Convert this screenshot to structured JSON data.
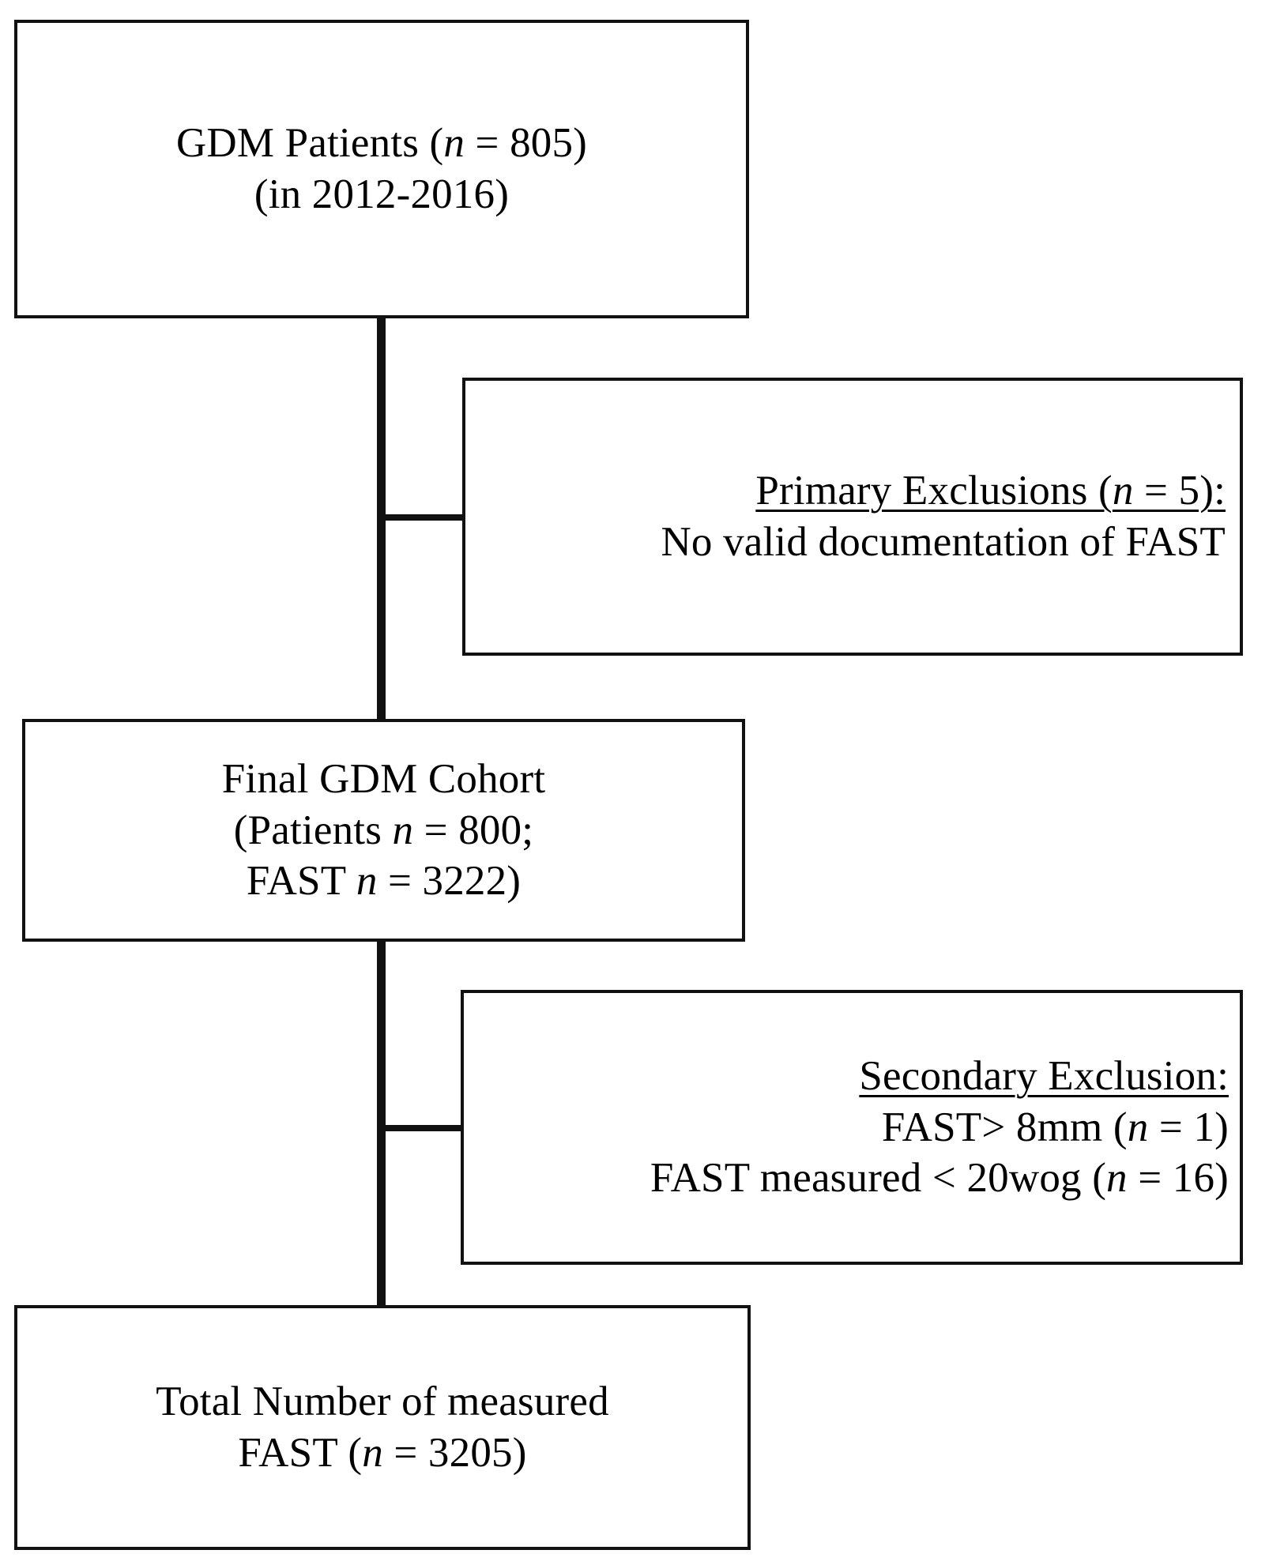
{
  "diagram": {
    "title": "GDM FAST Study Flow Diagram",
    "type": "flowchart",
    "orientation": "vertical",
    "box_border_color": "#111111",
    "background_color": "#ffffff",
    "text_color": "#000000",
    "nodes": [
      {
        "id": "gdm-patients",
        "role": "enrollment",
        "lines": [
          {
            "text": "GDM Patients (n = 805)",
            "italic_tokens": [
              "n"
            ],
            "underline": false
          },
          {
            "text": "(in 2012-2016)",
            "italic_tokens": [],
            "underline": false
          }
        ]
      },
      {
        "id": "primary-exclusions",
        "role": "exclusion",
        "lines": [
          {
            "text": "Primary Exclusions (n = 5):",
            "italic_tokens": [
              "n"
            ],
            "underline": true
          },
          {
            "text": "No valid documentation of FAST",
            "italic_tokens": [],
            "underline": false
          }
        ]
      },
      {
        "id": "final-cohort",
        "role": "cohort",
        "lines": [
          {
            "text": "Final GDM Cohort",
            "italic_tokens": [],
            "underline": false
          },
          {
            "text": "(Patients n = 800;",
            "italic_tokens": [
              "n"
            ],
            "underline": false
          },
          {
            "text": "FAST n = 3222)",
            "italic_tokens": [
              "n"
            ],
            "underline": false
          }
        ]
      },
      {
        "id": "secondary-exclusion",
        "role": "exclusion",
        "lines": [
          {
            "text": "Secondary Exclusion:",
            "italic_tokens": [],
            "underline": true
          },
          {
            "text": "FAST> 8mm (n = 1)",
            "italic_tokens": [
              "n"
            ],
            "underline": false
          },
          {
            "text": "FAST measured < 20wog (n = 16)",
            "italic_tokens": [
              "n"
            ],
            "underline": false
          }
        ]
      },
      {
        "id": "total-fast",
        "role": "outcome",
        "lines": [
          {
            "text": "Total Number of measured",
            "italic_tokens": [],
            "underline": false
          },
          {
            "text": "FAST (n = 3205)",
            "italic_tokens": [
              "n"
            ],
            "underline": false
          }
        ]
      }
    ],
    "counts": {
      "gdm_patients": 805,
      "years": "2012-2016",
      "primary_exclusions": 5,
      "final_cohort_patients": 800,
      "final_cohort_fast": 3222,
      "secondary_exclusion_fast_over_8mm": 1,
      "secondary_exclusion_fast_before_20wog": 16,
      "total_measured_fast": 3205
    }
  },
  "node_text": {
    "gdm_patients": {
      "l1_a": "GDM Patients (",
      "l1_n": "n",
      "l1_b": " = 805)",
      "l2": "(in 2012-2016)"
    },
    "primary_exclusions": {
      "l1_a": "Primary Exclusions (",
      "l1_n": "n",
      "l1_b": " = 5):",
      "l2": "No valid documentation of FAST"
    },
    "final_cohort": {
      "l1": "Final GDM Cohort",
      "l2_a": "(Patients ",
      "l2_n": "n",
      "l2_b": " = 800;",
      "l3_a": "FAST ",
      "l3_n": "n",
      "l3_b": " = 3222)"
    },
    "secondary_exclusion": {
      "l1": "Secondary Exclusion:",
      "l2_a": "FAST> 8mm (",
      "l2_n": "n",
      "l2_b": " = 1)",
      "l3_a": "FAST measured < 20wog (",
      "l3_n": "n",
      "l3_b": " = 16)"
    },
    "total_fast": {
      "l1": "Total Number of measured",
      "l2_a": "FAST (",
      "l2_n": "n",
      "l2_b": " = 3205)"
    }
  }
}
